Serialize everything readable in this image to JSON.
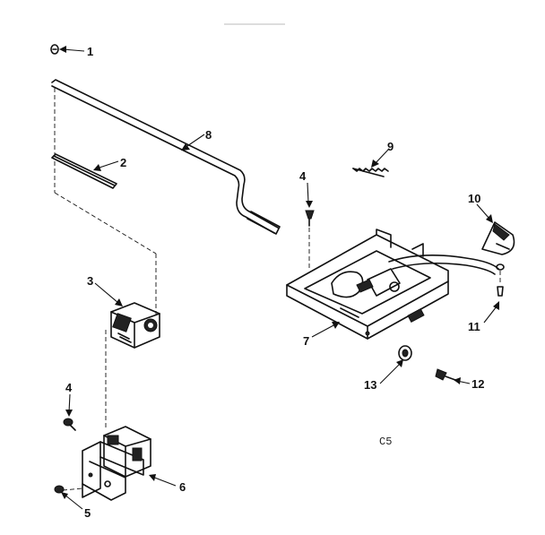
{
  "callouts": [
    {
      "id": "c1",
      "text": "1"
    },
    {
      "id": "c2",
      "text": "2"
    },
    {
      "id": "c3",
      "text": "3"
    },
    {
      "id": "c4a",
      "text": "4"
    },
    {
      "id": "c4b",
      "text": "4"
    },
    {
      "id": "c5",
      "text": "5"
    },
    {
      "id": "c6",
      "text": "6"
    },
    {
      "id": "c7",
      "text": "7"
    },
    {
      "id": "c8",
      "text": "8"
    },
    {
      "id": "c9",
      "text": "9"
    },
    {
      "id": "c10",
      "text": "10"
    },
    {
      "id": "c11",
      "text": "11"
    },
    {
      "id": "c12",
      "text": "12"
    },
    {
      "id": "c13",
      "text": "13"
    }
  ],
  "diagram_code": "C5",
  "colors": {
    "ink": "#111111",
    "paper": "#ffffff"
  }
}
